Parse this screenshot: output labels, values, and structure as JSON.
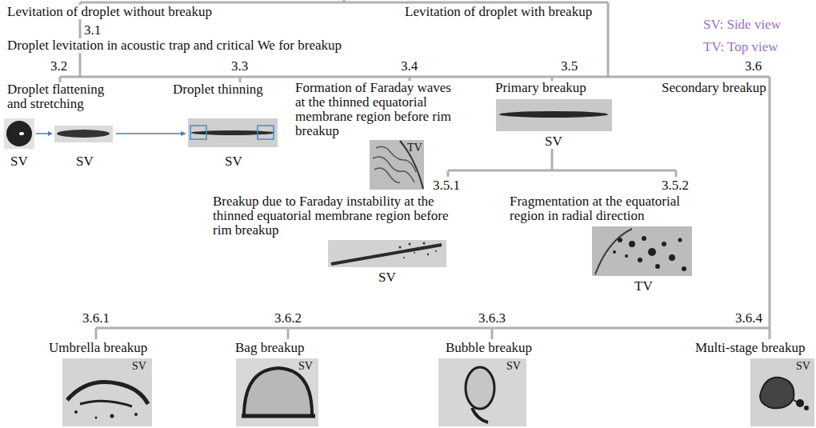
{
  "diagram": {
    "labels": [
      "Levitation of droplet without breakup",
      "Levitation of droplet with breakup",
      "SV: Side view",
      "3.1",
      "TV: Top view",
      "Droplet levitation in acoustic trap and critical We for breakup",
      "3.2",
      "3.3",
      "3.4",
      "3.5",
      "3.6",
      "Droplet flattening and stretching",
      "Droplet thinning",
      "Formation of Faraday waves at the thinned equatorial membrane region before rim breakup",
      "Primary breakup",
      "Secondary breakup",
      "TV",
      "SV",
      "SV",
      "SV",
      "SV",
      "3.5.1",
      "3.5.2",
      "Breakup due to Faraday instability at the thinned equatorial membrane region before rim breakup",
      "Fragmentation at the equatorial region in radial direction",
      "SV",
      "TV",
      "3.6.1",
      "3.6.2",
      "3.6.3",
      "3.6.4",
      "Umbrella breakup",
      "Bag breakup",
      "Bubble breakup",
      "Multi-stage breakup",
      "SV",
      "SV",
      "SV",
      "SV"
    ]
  }
}
